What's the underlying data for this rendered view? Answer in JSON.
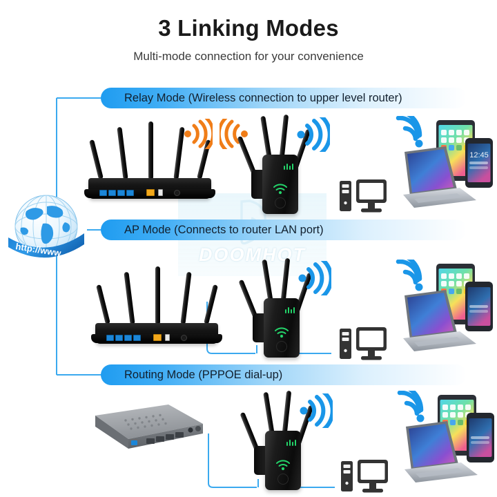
{
  "header": {
    "title": "3 Linking Modes",
    "subtitle": "Multi-mode connection for your convenience"
  },
  "watermark": {
    "text": "DOOMHOT",
    "logo_icon": "doomhot-logo-icon"
  },
  "globe": {
    "label": "http://www.",
    "icon": "globe-icon"
  },
  "colors": {
    "banner_blue": "#1f9cf0",
    "line_blue": "#3aa9ef",
    "wifi_blue": "#1a96e8",
    "wifi_orange": "#f07d18",
    "led_green": "#24d46a",
    "lan_port_blue": "#1b86d8",
    "wan_port_yellow": "#f2a81b",
    "icon_dark": "#333333",
    "title_dark": "#1a1a1a"
  },
  "modes": [
    {
      "id": "relay",
      "label": "Relay Mode (Wireless connection to upper level router)",
      "source_device": "black-router",
      "link_type": "wireless",
      "uplink_signal_color": "#f07d18",
      "downlink_signal_color": "#1a96e8",
      "repeater": "wifi-repeater",
      "clients": [
        "desktop-pc",
        "monitor",
        "laptop",
        "tablet",
        "smartphone"
      ]
    },
    {
      "id": "ap",
      "label": "AP Mode (Connects to router LAN port)",
      "source_device": "black-router",
      "link_type": "wired",
      "downlink_signal_color": "#1a96e8",
      "repeater": "wifi-repeater",
      "clients": [
        "desktop-pc",
        "monitor",
        "laptop",
        "tablet",
        "smartphone"
      ]
    },
    {
      "id": "routing",
      "label": "Routing Mode (PPPOE dial-up)",
      "source_device": "dsl-modem",
      "link_type": "wired",
      "downlink_signal_color": "#1a96e8",
      "repeater": "wifi-repeater",
      "clients": [
        "desktop-pc",
        "monitor",
        "laptop",
        "tablet",
        "smartphone"
      ]
    }
  ]
}
